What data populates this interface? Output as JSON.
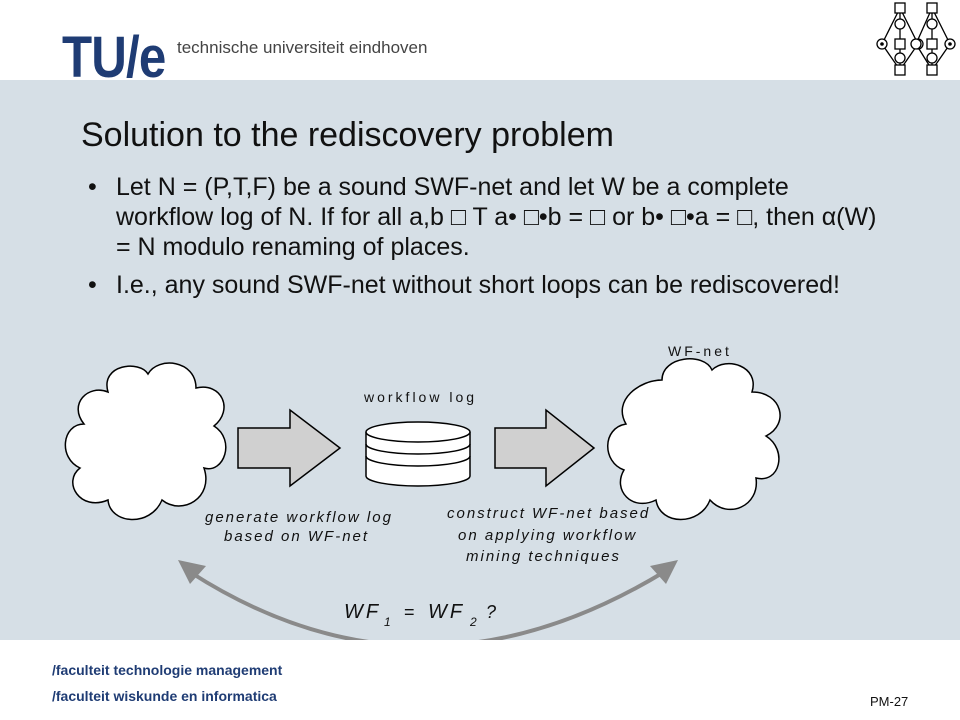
{
  "header": {
    "logo": "TU/e",
    "tagline": "technische universiteit eindhoven"
  },
  "slide": {
    "title": "Solution to the rediscovery problem",
    "bullets": [
      "Let N = (P,T,F) be a sound SWF-net and let W be a complete workflow log of N. If for all a,b □ T a• □•b = □ or b• □•a = □, then α(W) = N modulo renaming of places.",
      "I.e., any sound SWF-net without short loops can be rediscovered!"
    ],
    "bullet_glyph": "•"
  },
  "diagram": {
    "wfnet_label": "WF-net",
    "log_label": "workflow log",
    "generate_line1": "generate workflow log",
    "generate_line2": "based on WF-net",
    "construct_line1": "construct WF-net based",
    "construct_line2": "on applying workflow",
    "construct_line3": "mining techniques",
    "equation": {
      "wf": "WF",
      "sub1": "1",
      "eq": "=",
      "sub2": "2",
      "q": "?"
    },
    "colors": {
      "arrow_fill": "#d0d0d0",
      "arc": "#8a8a8a"
    }
  },
  "footer": {
    "line1": "/faculteit technologie management",
    "line2": "/faculteit wiskunde en informatica",
    "page": "PM-27"
  }
}
